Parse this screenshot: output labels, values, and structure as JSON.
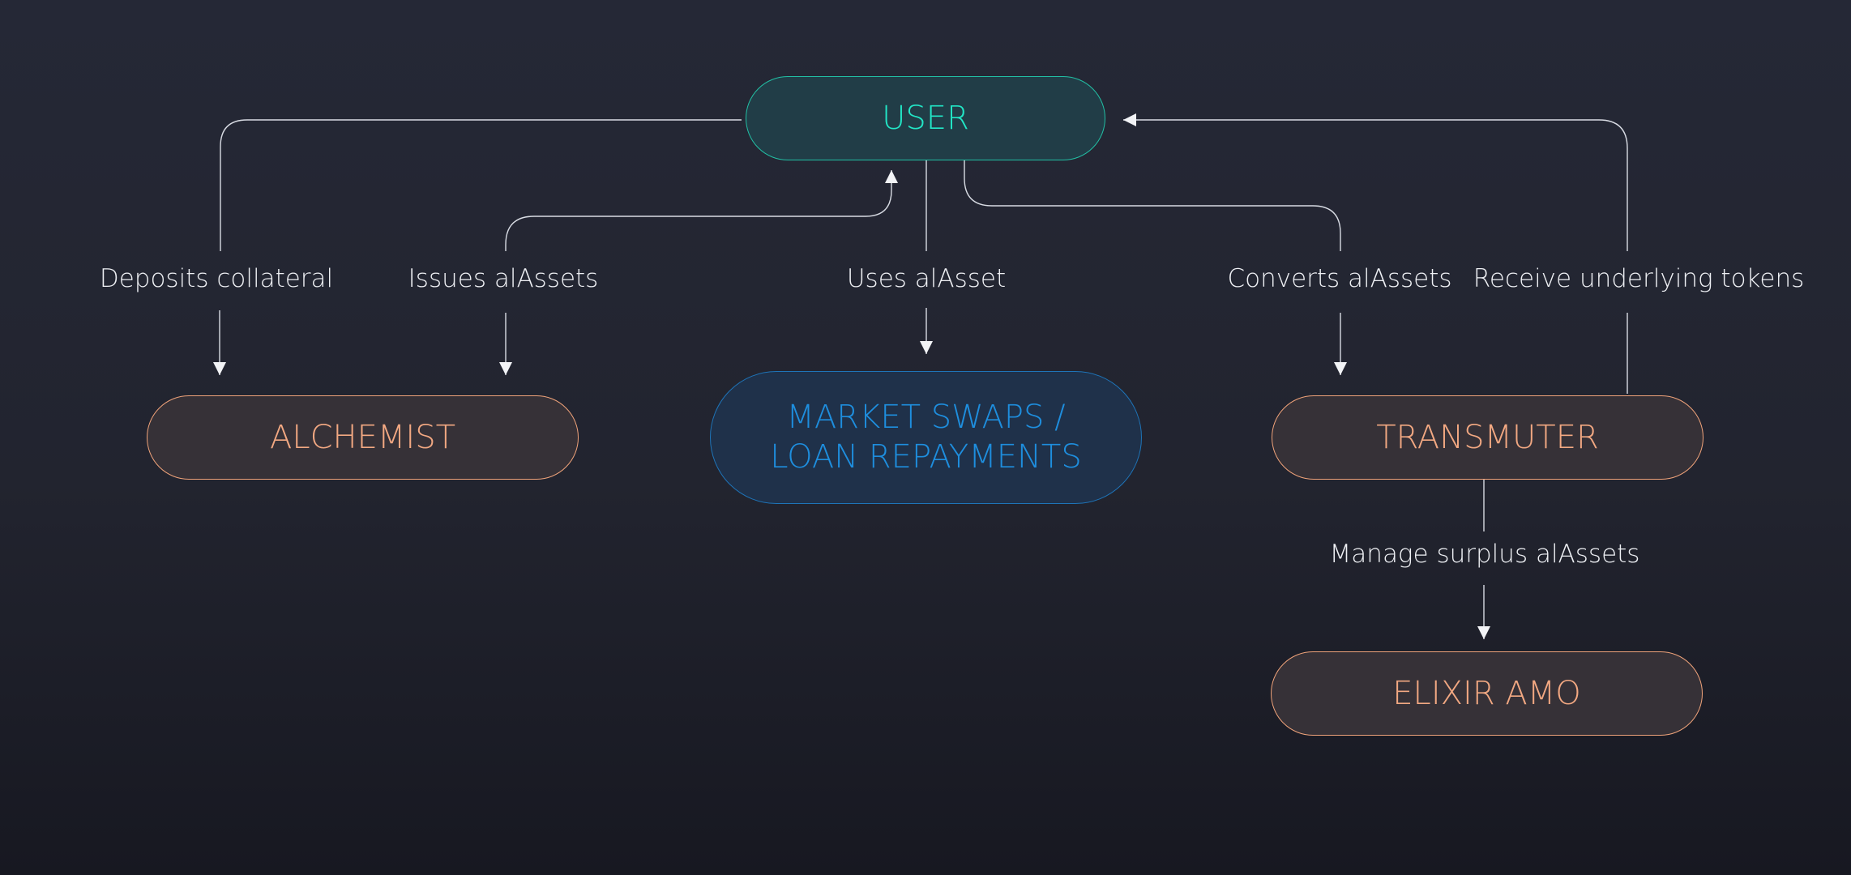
{
  "nodes": {
    "user": "USER",
    "alchemist": "ALCHEMIST",
    "market_line1": "MARKET SWAPS /",
    "market_line2": "LOAN REPAYMENTS",
    "transmuter": "TRANSMUTER",
    "elixir_amo": "ELIXIR AMO"
  },
  "edges": {
    "deposits_collateral": "Deposits collateral",
    "issues_alassets": "Issues alAssets",
    "uses_alasset": "Uses alAsset",
    "converts_alassets": "Converts alAssets",
    "receive_underlying_tokens": "Receive underlying tokens",
    "manage_surplus_alassets": "Manage surplus alAssets"
  },
  "colors": {
    "user_accent": "#22e6c6",
    "core_accent": "#f2a882",
    "market_accent": "#1e8ede",
    "connector": "#e6e8ee"
  }
}
